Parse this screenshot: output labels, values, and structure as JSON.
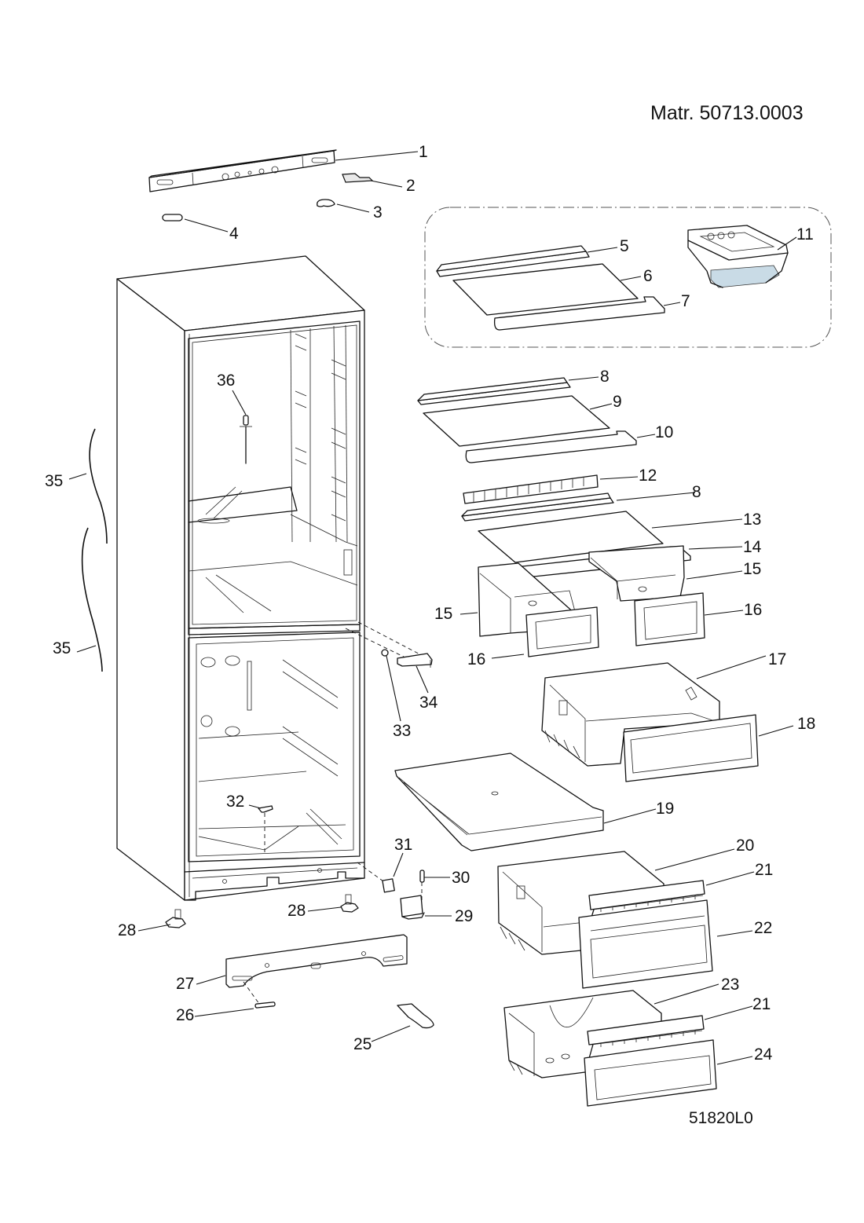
{
  "header": {
    "material_number": "Matr. 50713.0003"
  },
  "footer": {
    "drawing_code": "51820L0"
  },
  "diagram": {
    "type": "exploded-parts-view",
    "subject": "refrigerator-freezer cabinet",
    "callouts": [
      {
        "id": "c1",
        "label": "1",
        "part": "top-control-panel"
      },
      {
        "id": "c2",
        "label": "2",
        "part": "top-bracket"
      },
      {
        "id": "c3",
        "label": "3",
        "part": "cap-curved"
      },
      {
        "id": "c4",
        "label": "4",
        "part": "cap-oval"
      },
      {
        "id": "c5",
        "label": "5",
        "part": "shelf-rear-trim-optional"
      },
      {
        "id": "c6",
        "label": "6",
        "part": "glass-shelf-optional"
      },
      {
        "id": "c7",
        "label": "7",
        "part": "shelf-front-trim-optional"
      },
      {
        "id": "c8a",
        "label": "8",
        "part": "shelf-rear-trim"
      },
      {
        "id": "c8b",
        "label": "8",
        "part": "shelf-rear-trim"
      },
      {
        "id": "c9",
        "label": "9",
        "part": "glass-shelf"
      },
      {
        "id": "c10",
        "label": "10",
        "part": "shelf-front-trim"
      },
      {
        "id": "c11",
        "label": "11",
        "part": "egg-tray"
      },
      {
        "id": "c12",
        "label": "12",
        "part": "vent-grille"
      },
      {
        "id": "c13",
        "label": "13",
        "part": "crisper-cover-glass"
      },
      {
        "id": "c14",
        "label": "14",
        "part": "crisper-cover-front-trim"
      },
      {
        "id": "c15a",
        "label": "15",
        "part": "crisper-drawer-right"
      },
      {
        "id": "c15b",
        "label": "15",
        "part": "crisper-drawer-left"
      },
      {
        "id": "c16a",
        "label": "16",
        "part": "crisper-front-right"
      },
      {
        "id": "c16b",
        "label": "16",
        "part": "crisper-front-left"
      },
      {
        "id": "c17",
        "label": "17",
        "part": "freezer-drawer-upper"
      },
      {
        "id": "c18",
        "label": "18",
        "part": "freezer-drawer-upper-front"
      },
      {
        "id": "c19",
        "label": "19",
        "part": "freezer-shelf"
      },
      {
        "id": "c20",
        "label": "20",
        "part": "freezer-drawer-middle"
      },
      {
        "id": "c21a",
        "label": "21",
        "part": "drawer-handle-upper"
      },
      {
        "id": "c21b",
        "label": "21",
        "part": "drawer-handle-lower"
      },
      {
        "id": "c22",
        "label": "22",
        "part": "freezer-drawer-middle-front"
      },
      {
        "id": "c23",
        "label": "23",
        "part": "freezer-drawer-lower"
      },
      {
        "id": "c24",
        "label": "24",
        "part": "freezer-drawer-lower-front"
      },
      {
        "id": "c25",
        "label": "25",
        "part": "ice-scoop"
      },
      {
        "id": "c26",
        "label": "26",
        "part": "plinth-clip"
      },
      {
        "id": "c27",
        "label": "27",
        "part": "plinth-kickplate"
      },
      {
        "id": "c28a",
        "label": "28",
        "part": "adjustable-foot-rear"
      },
      {
        "id": "c28b",
        "label": "28",
        "part": "adjustable-foot-front"
      },
      {
        "id": "c29",
        "label": "29",
        "part": "lower-hinge-bracket"
      },
      {
        "id": "c30",
        "label": "30",
        "part": "hinge-pin"
      },
      {
        "id": "c31",
        "label": "31",
        "part": "hinge-spacer"
      },
      {
        "id": "c32",
        "label": "32",
        "part": "drain-plug"
      },
      {
        "id": "c33",
        "label": "33",
        "part": "washer"
      },
      {
        "id": "c34",
        "label": "34",
        "part": "middle-hinge"
      },
      {
        "id": "c35a",
        "label": "35",
        "part": "door-gasket-strip-upper"
      },
      {
        "id": "c35b",
        "label": "35",
        "part": "door-gasket-strip-lower"
      },
      {
        "id": "c36",
        "label": "36",
        "part": "temperature-probe"
      }
    ]
  }
}
